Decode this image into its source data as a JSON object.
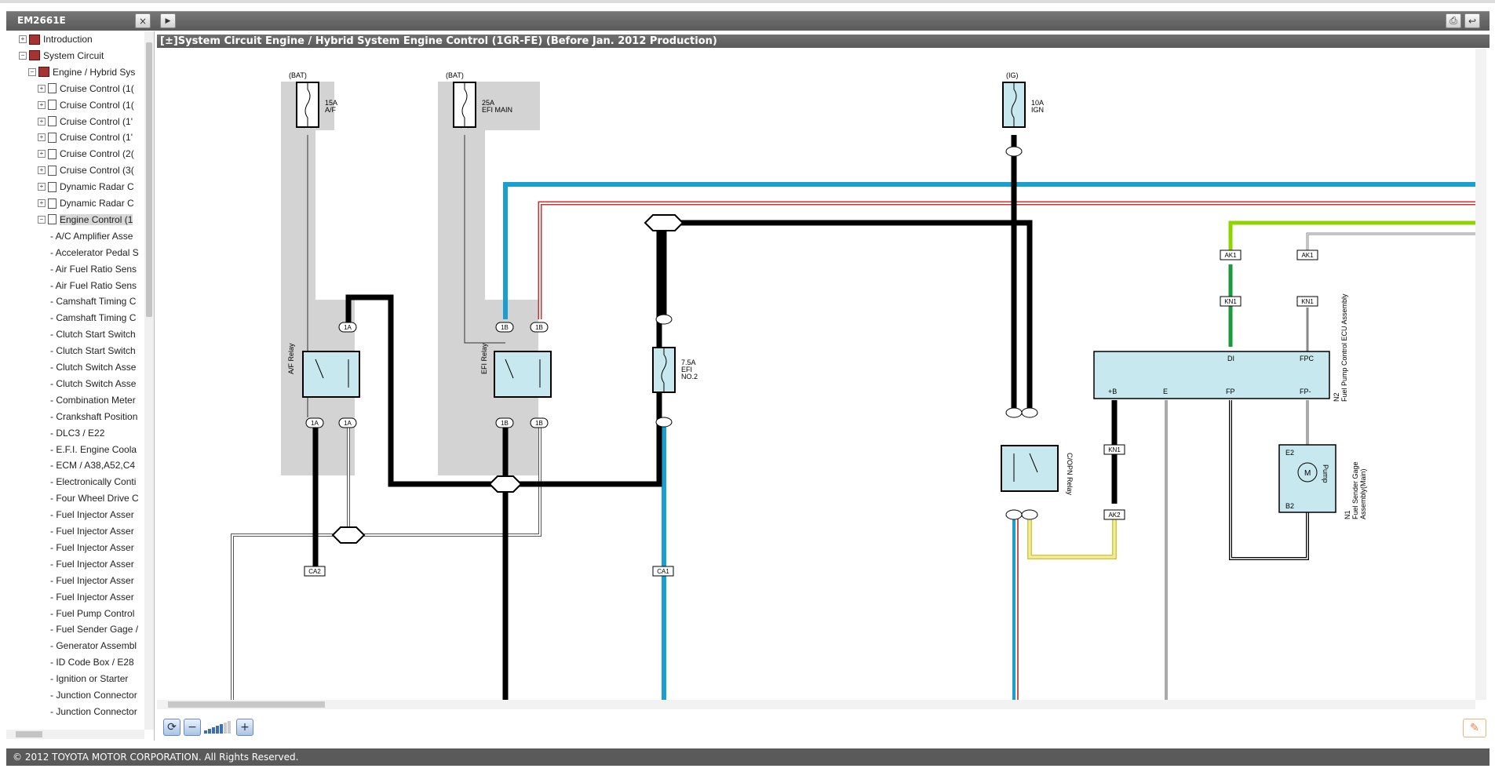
{
  "window": {
    "doc_id": "EM2661E",
    "close_label": "×",
    "play_label": "▶",
    "print_label": "⎙",
    "back_label": "↩"
  },
  "sidebar": {
    "items": [
      {
        "label": "Introduction",
        "expander": "+"
      },
      {
        "label": "System Circuit",
        "expander": "−"
      },
      {
        "label": "Engine / Hybrid Sys",
        "expander": "−"
      },
      {
        "label": "Cruise Control (1(",
        "expander": "+"
      },
      {
        "label": "Cruise Control (1(",
        "expander": "+"
      },
      {
        "label": "Cruise Control (1'",
        "expander": "+"
      },
      {
        "label": "Cruise Control (1'",
        "expander": "+"
      },
      {
        "label": "Cruise Control (2(",
        "expander": "+"
      },
      {
        "label": "Cruise Control (3(",
        "expander": "+"
      },
      {
        "label": "Dynamic Radar C",
        "expander": "+"
      },
      {
        "label": "Dynamic Radar C",
        "expander": "+"
      },
      {
        "label": "Engine Control (1",
        "expander": "−"
      },
      {
        "label": "- A/C Amplifier Asse"
      },
      {
        "label": "- Accelerator Pedal S"
      },
      {
        "label": "- Air Fuel Ratio Sens"
      },
      {
        "label": "- Air Fuel Ratio Sens"
      },
      {
        "label": "- Camshaft Timing C"
      },
      {
        "label": "- Camshaft Timing C"
      },
      {
        "label": "- Clutch Start Switch"
      },
      {
        "label": "- Clutch Start Switch"
      },
      {
        "label": "- Clutch Switch Asse"
      },
      {
        "label": "- Clutch Switch Asse"
      },
      {
        "label": "- Combination Meter"
      },
      {
        "label": "- Crankshaft Position"
      },
      {
        "label": "- DLC3 / E22"
      },
      {
        "label": "- E.F.I. Engine Coola"
      },
      {
        "label": "- ECM / A38,A52,C4"
      },
      {
        "label": "- Electronically Conti"
      },
      {
        "label": "- Four Wheel Drive C"
      },
      {
        "label": "- Fuel Injector Asser"
      },
      {
        "label": "- Fuel Injector Asser"
      },
      {
        "label": "- Fuel Injector Asser"
      },
      {
        "label": "- Fuel Injector Asser"
      },
      {
        "label": "- Fuel Injector Asser"
      },
      {
        "label": "- Fuel Injector Asser"
      },
      {
        "label": "- Fuel Pump Control"
      },
      {
        "label": "- Fuel Sender Gage /"
      },
      {
        "label": "- Generator Assembl"
      },
      {
        "label": "- ID Code Box / E28"
      },
      {
        "label": "- Ignition or Starter"
      },
      {
        "label": "- Junction Connector"
      },
      {
        "label": "- Junction Connector"
      }
    ]
  },
  "content": {
    "expand_label": "[±]",
    "title": "System Circuit  Engine / Hybrid System  Engine Control (1GR-FE) (Before Jan. 2012 Production)"
  },
  "diagram": {
    "fuses": [
      {
        "source": "(BAT)",
        "rating": "15A",
        "name": "A/F"
      },
      {
        "source": "(BAT)",
        "rating": "25A",
        "name": "EFI MAIN"
      },
      {
        "source": "(IG)",
        "rating": "10A",
        "name": "IGN"
      },
      {
        "source": "",
        "rating": "7.5A",
        "name": "EFI",
        "name2": "NO.2"
      }
    ],
    "relays": [
      "A/F Relay",
      "EFI Relay",
      "C/OPN Relay"
    ],
    "connectors": [
      "1A",
      "1B",
      "CA2",
      "CA1",
      "AK1",
      "KN1",
      "AK2"
    ],
    "wire_colors": {
      "L": "#1aa0d0",
      "W-R": "#d03030",
      "B": "#000000",
      "G": "#1a9a3a",
      "G-Y": "#8fd400",
      "B-Y": "#f0e68c",
      "W": "#ffffff"
    },
    "ecu": {
      "ref": "N2",
      "name": "Fuel Pump Control ECU Assembly",
      "pins_top": [
        "DI",
        "FPC"
      ],
      "pins_bottom": [
        "+B",
        "E",
        "FP",
        "FP-"
      ]
    },
    "pump": {
      "ref": "N1",
      "name": "Fuel Sender Gage",
      "name2": "Assembly(Main)",
      "label": "Pump",
      "motor": "M",
      "pins": [
        "E2",
        "B2"
      ]
    }
  },
  "footer": {
    "copyright": "© 2012 TOYOTA MOTOR CORPORATION. All Rights Reserved."
  }
}
